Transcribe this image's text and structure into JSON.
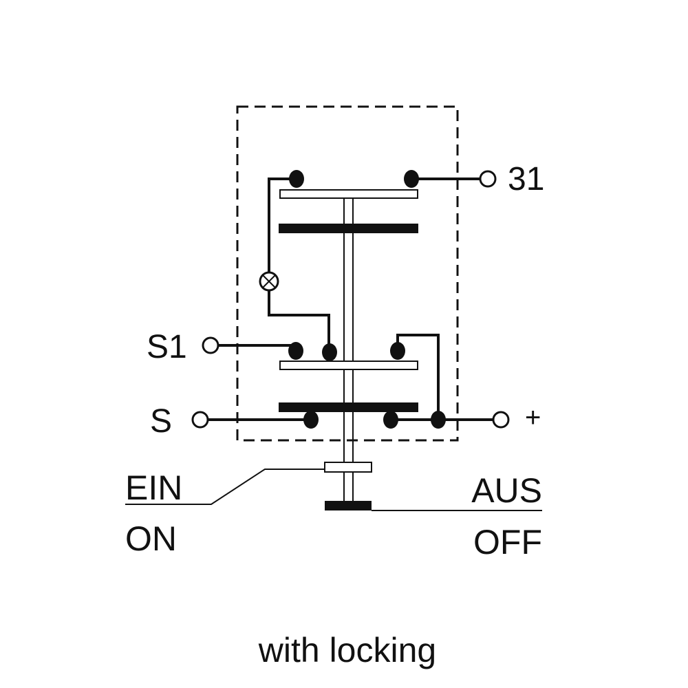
{
  "terminals": {
    "t31": "31",
    "s1": "S1",
    "s": "S",
    "plus": "+"
  },
  "positions": {
    "ein": "EIN",
    "on": "ON",
    "aus": "AUS",
    "off": "OFF"
  },
  "caption": "with locking",
  "colors": {
    "line": "#111111",
    "background": "#ffffff"
  }
}
